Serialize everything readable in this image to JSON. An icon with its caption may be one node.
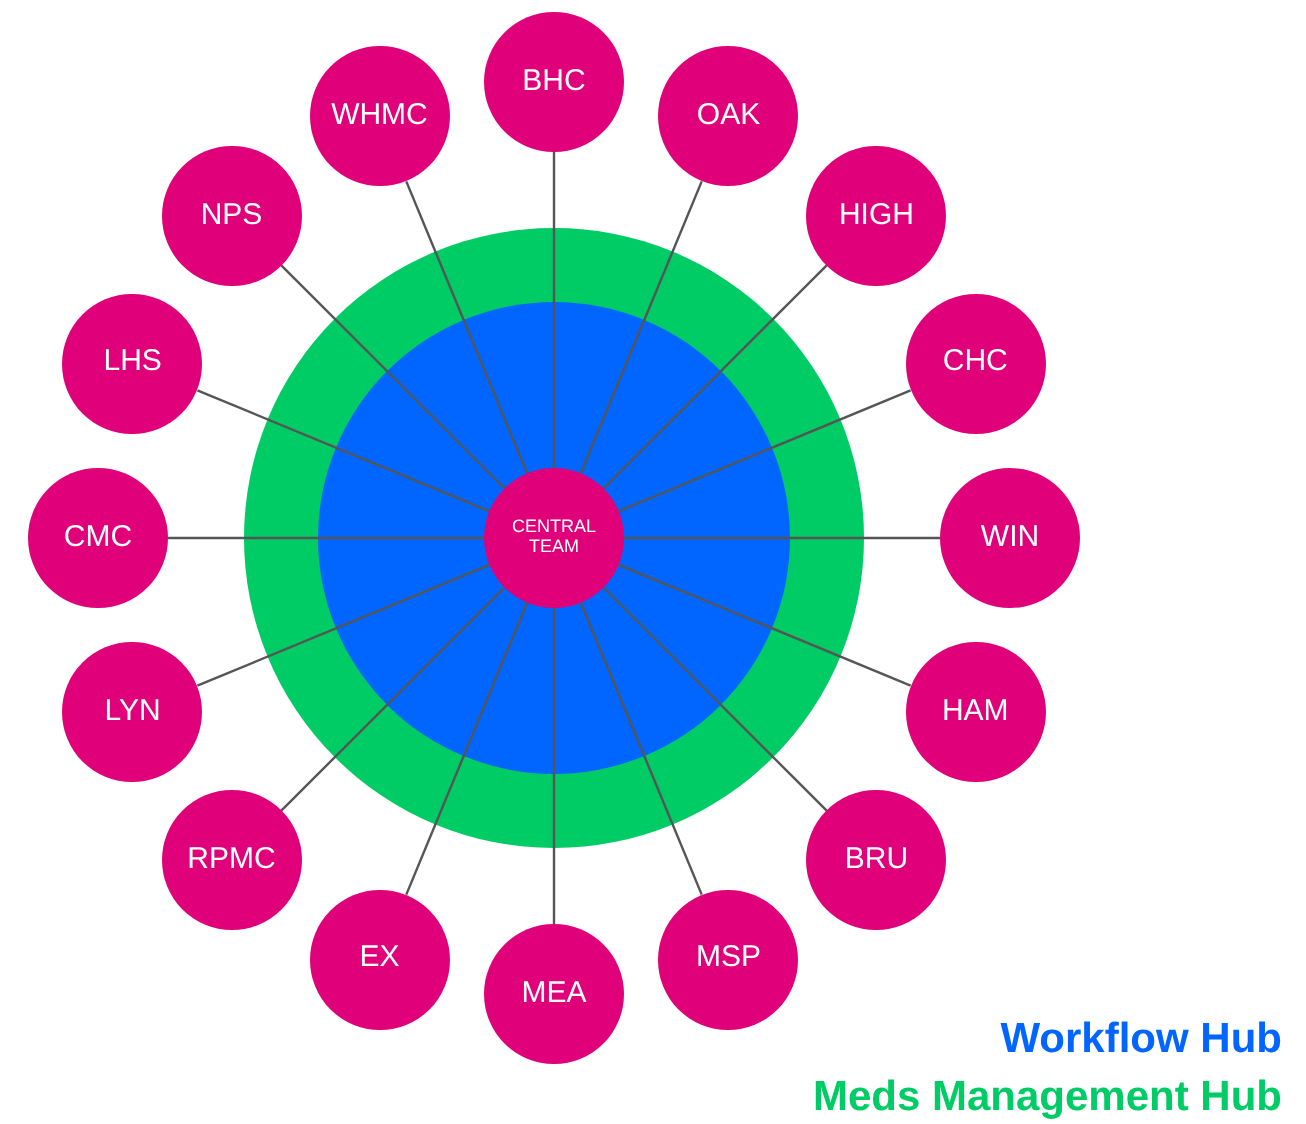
{
  "diagram": {
    "nodes": [
      {
        "text": [
          "CENTRAL TEAM"
        ]
      },
      {
        "text": [
          "BHC"
        ]
      },
      {
        "text": [
          "OAK"
        ]
      },
      {
        "text": [
          "HIGH"
        ]
      },
      {
        "text": [
          "CHC"
        ]
      },
      {
        "text": [
          "WIN"
        ]
      },
      {
        "text": [
          "HAM"
        ]
      },
      {
        "text": [
          "BRU"
        ]
      },
      {
        "text": [
          "MSP"
        ]
      },
      {
        "text": [
          "MEA"
        ]
      },
      {
        "text": [
          "EX"
        ]
      },
      {
        "text": [
          "RPMC"
        ]
      },
      {
        "text": [
          "LYN"
        ]
      },
      {
        "text": [
          "CMC"
        ]
      },
      {
        "text": [
          "LHS"
        ]
      },
      {
        "text": [
          "NPS"
        ]
      },
      {
        "text": [
          "WHMC"
        ]
      }
    ],
    "edges": [
      {
        "from": 0,
        "to": 1,
        "arrow": "none"
      },
      {
        "from": 0,
        "to": 2,
        "arrow": "none"
      },
      {
        "from": 0,
        "to": 3,
        "arrow": "none"
      },
      {
        "from": 0,
        "to": 4,
        "arrow": "none"
      },
      {
        "from": 0,
        "to": 5,
        "arrow": "none"
      },
      {
        "from": 0,
        "to": 6,
        "arrow": "none"
      },
      {
        "from": 0,
        "to": 7,
        "arrow": "none"
      },
      {
        "from": 0,
        "to": 8,
        "arrow": "none"
      },
      {
        "from": 0,
        "to": 9,
        "arrow": "none"
      },
      {
        "from": 0,
        "to": 10,
        "arrow": "none"
      },
      {
        "from": 0,
        "to": 11,
        "arrow": "none"
      },
      {
        "from": 0,
        "to": 12,
        "arrow": "none"
      },
      {
        "from": 0,
        "to": 13,
        "arrow": "none"
      },
      {
        "from": 0,
        "to": 14,
        "arrow": "none"
      },
      {
        "from": 0,
        "to": 15,
        "arrow": "none"
      },
      {
        "from": 0,
        "to": 16,
        "arrow": "none"
      }
    ],
    "legend": [
      {
        "text": "Workflow Hub",
        "color": "#0066ff"
      },
      {
        "text": "Meds Management Hub",
        "color": "#00cc66"
      }
    ]
  }
}
